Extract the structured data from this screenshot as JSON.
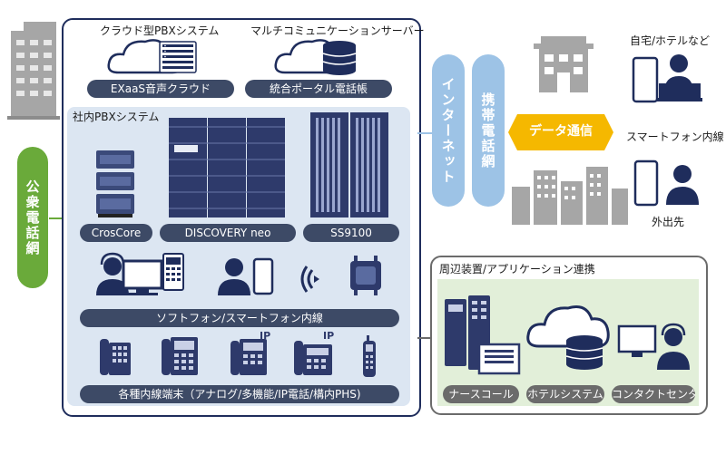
{
  "public_network": "公衆電話網",
  "cloud": {
    "pbx_cloud_title": "クラウド型PBXシステム",
    "multicomm_title": "マルチコミュニケーションサーバー",
    "exaas_label": "EXaaS音声クラウド",
    "portal_label": "統合ポータル電話帳"
  },
  "inhouse": {
    "title": "社内PBXシステム",
    "croscore": "CrosCore",
    "discovery": "DISCOVERY neo",
    "ss9100": "SS9100",
    "softphone": "ソフトフォン/スマートフォン内線",
    "terminals": "各種内線端末（アナログ/多機能/IP電話/構内PHS)",
    "ip_badge": "IP"
  },
  "network": {
    "internet": "インターネット",
    "mobile": "携帯電話網",
    "data": "データ通信"
  },
  "right": {
    "home_hotel": "自宅/ホテルなど",
    "smartphone_ext": "スマートフォン内線",
    "outside": "外出先"
  },
  "peripheral": {
    "title": "周辺装置/アプリケーション連携",
    "nurse": "ナースコール",
    "hotel": "ホテルシステム",
    "contact": "コンタクトセンター"
  },
  "colors": {
    "navy": "#1f2d5c",
    "panel": "#dce6f2",
    "green": "#6aaa3a",
    "light_blue": "#9dc3e6",
    "yellow": "#f5b800",
    "pill": "#3d4a66",
    "grey": "#6b6b6b",
    "green_panel": "#e2efd9"
  }
}
